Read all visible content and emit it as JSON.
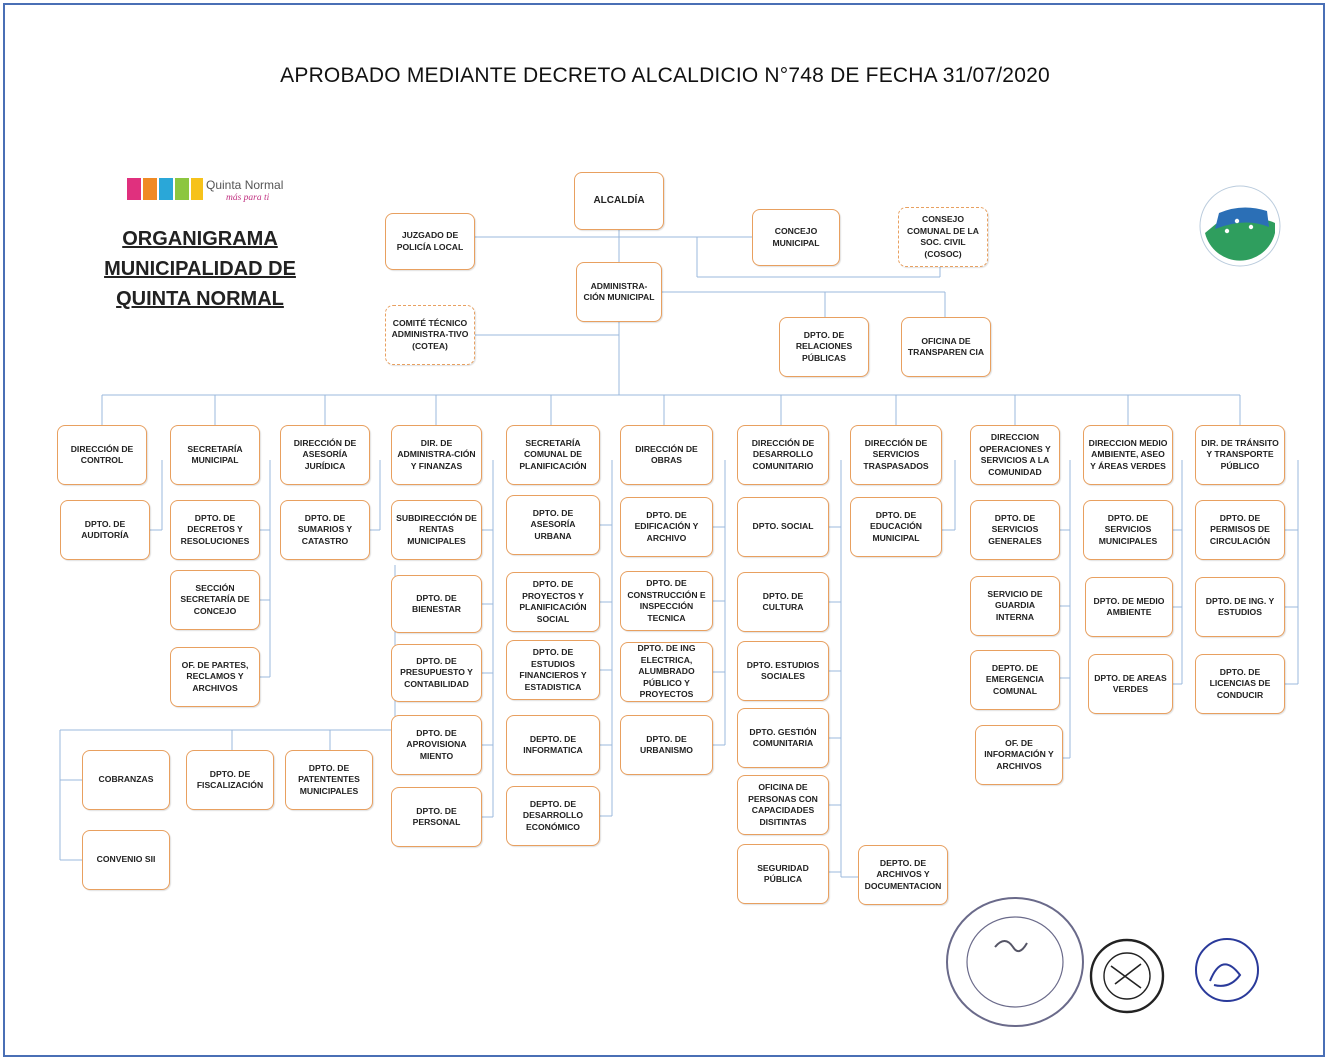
{
  "header": "APROBADO MEDIANTE DECRETO ALCALDICIO N°748 DE FECHA 31/07/2020",
  "title_lines": [
    "ORGANIGRAMA",
    "MUNICIPALIDAD DE",
    "QUINTA NORMAL"
  ],
  "logo": {
    "name": "Quinta Normal",
    "slogan": "más para ti"
  },
  "certification_logo": "Certificación Ambiental Municipal",
  "top": {
    "alcaldia": "ALCALDÍA",
    "juzgado": "JUZGADO DE POLICÍA LOCAL",
    "concejo": "CONCEJO MUNICIPAL",
    "cosoc": "CONSEJO COMUNAL DE LA SOC. CIVIL (COSOC)",
    "administracion": "ADMINISTRA-CIÓN MUNICIPAL",
    "cotea": "COMITÉ TÉCNICO ADMINISTRA-TIVO (COTEA)",
    "relaciones": "DPTO. DE RELACIONES PÚBLICAS",
    "transparencia": "OFICINA DE TRANSPAREN CIA"
  },
  "directions": [
    {
      "label": "DIRECCIÓN DE CONTROL",
      "units": [
        "DPTO. DE AUDITORÍA"
      ]
    },
    {
      "label": "SECRETARÍA MUNICIPAL",
      "units": [
        "DPTO. DE DECRETOS Y RESOLUCIONES",
        "SECCIÓN SECRETARÍA DE CONCEJO",
        "OF. DE PARTES, RECLAMOS Y ARCHIVOS"
      ]
    },
    {
      "label": "DIRECCIÓN DE ASESORÍA JURÍDICA",
      "units": [
        "DPTO. DE SUMARIOS Y CATASTRO"
      ]
    },
    {
      "label": "DIR. DE ADMINISTRA-CIÓN Y FINANZAS",
      "units": [
        "SUBDIRECCIÓN DE RENTAS MUNICIPALES",
        "DPTO. DE BIENESTAR",
        "DPTO. DE PRESUPUESTO Y CONTABILIDAD",
        "DPTO. DE APROVISIONA MIENTO",
        "DPTO. DE PERSONAL"
      ]
    },
    {
      "label": "SECRETARÍA COMUNAL DE PLANIFICACIÓN",
      "units": [
        "DPTO. DE ASESORÍA URBANA",
        "DPTO. DE PROYECTOS Y PLANIFICACIÓN SOCIAL",
        "DPTO. DE ESTUDIOS FINANCIEROS Y ESTADISTICA",
        "DEPTO. DE INFORMATICA",
        "DEPTO. DE DESARROLLO ECONÓMICO"
      ]
    },
    {
      "label": "DIRECCIÓN DE OBRAS",
      "units": [
        "DPTO. DE EDIFICACIÓN Y ARCHIVO",
        "DPTO. DE CONSTRUCCIÓN E INSPECCIÓN TECNICA",
        "DPTO. DE ING ELECTRICA, ALUMBRADO PÚBLICO Y PROYECTOS",
        "DPTO. DE URBANISMO"
      ]
    },
    {
      "label": "DIRECCIÓN DE DESARROLLO COMUNITARIO",
      "units": [
        "DPTO. SOCIAL",
        "DPTO. DE CULTURA",
        "DPTO. ESTUDIOS SOCIALES",
        "DPTO. GESTIÓN COMUNITARIA",
        "OFICINA DE PERSONAS CON CAPACIDADES DISITINTAS",
        "SEGURIDAD PÚBLICA"
      ]
    },
    {
      "label": "DIRECCIÓN DE SERVICIOS TRASPASADOS",
      "units": [
        "DPTO. DE EDUCACIÓN MUNICIPAL",
        "DEPTO. DE ARCHIVOS Y DOCUMENTACION"
      ]
    },
    {
      "label": "DIRECCION OPERACIONES Y SERVICIOS A LA COMUNIDAD",
      "units": [
        "DPTO. DE SERVICIOS GENERALES",
        "SERVICIO DE GUARDIA INTERNA",
        "DEPTO. DE EMERGENCIA COMUNAL",
        "OF. DE INFORMACIÓN Y ARCHIVOS"
      ]
    },
    {
      "label": "DIRECCION MEDIO AMBIENTE, ASEO Y ÁREAS VERDES",
      "units": [
        "DPTO. DE SERVICIOS MUNICIPALES",
        "DPTO. DE MEDIO AMBIENTE",
        "DPTO. DE AREAS VERDES"
      ]
    },
    {
      "label": "DIR. DE TRÁNSITO Y TRANSPORTE PÚBLICO",
      "units": [
        "DPTO. DE PERMISOS DE CIRCULACIÓN",
        "DPTO. DE ING. Y ESTUDIOS",
        "DPTO. DE LICENCIAS DE CONDUCIR"
      ]
    }
  ],
  "rentas_units": [
    "COBRANZAS",
    "DPTO. DE FISCALIZACIÓN",
    "DPTO. DE PATENTENTES MUNICIPALES",
    "CONVENIO SII"
  ]
}
